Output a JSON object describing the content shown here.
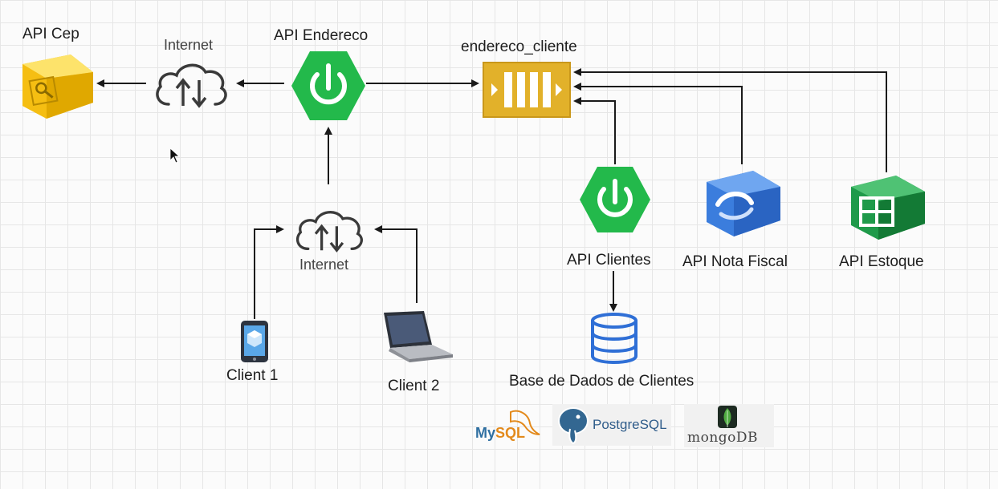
{
  "nodes": {
    "api_cep": {
      "label": "API Cep",
      "icon": "api-gateway-icon",
      "color": "#f5c518"
    },
    "internet_top": {
      "label": "Internet",
      "icon": "cloud-upload-download-icon"
    },
    "api_endereco": {
      "label": "API Endereco",
      "icon": "spring-power-icon",
      "color": "#22b14c"
    },
    "endereco_cliente": {
      "label": "endereco_cliente",
      "icon": "queue-icon",
      "color": "#e0b021"
    },
    "api_clientes": {
      "label": "API Clientes",
      "icon": "spring-power-icon",
      "color": "#22b14c"
    },
    "api_nota_fiscal": {
      "label": "API Nota Fiscal",
      "icon": "cloud-functions-icon",
      "color": "#3b7ddd"
    },
    "api_estoque": {
      "label": "API Estoque",
      "icon": "spreadsheet-icon",
      "color": "#1e9a49"
    },
    "internet_bottom": {
      "label": "Internet",
      "icon": "cloud-upload-download-icon"
    },
    "client_1": {
      "label": "Client 1",
      "icon": "mobile-phone-icon"
    },
    "client_2": {
      "label": "Client 2",
      "icon": "laptop-icon"
    },
    "database": {
      "label": "Base de Dados de Clientes",
      "icon": "database-icon",
      "color": "#2f6fd6"
    }
  },
  "db_logos": {
    "mysql": {
      "text_main": "My",
      "text_accent": "SQL"
    },
    "postgres": {
      "text": "PostgreSQL"
    },
    "mongodb": {
      "text": "mongoDB"
    }
  }
}
